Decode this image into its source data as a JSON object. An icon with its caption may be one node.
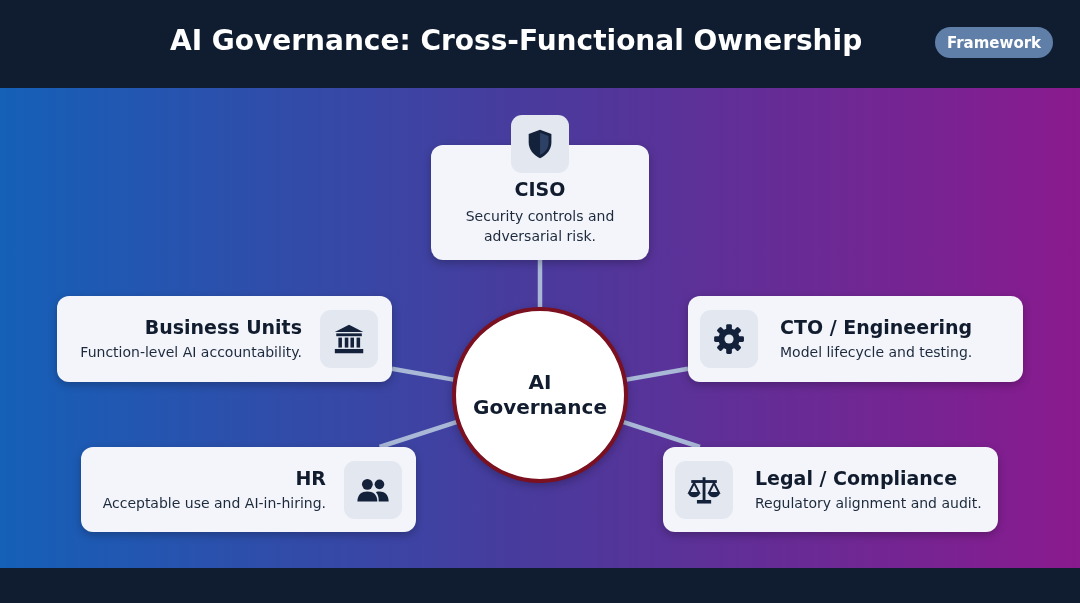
{
  "diagram": {
    "title": "AI Governance: Cross-Functional Ownership",
    "nodes": [
      {
        "text": [
          "CISO",
          "Security controls and adversarial risk."
        ]
      },
      {
        "text": [
          "Business Units",
          "Function-level AI accountability."
        ]
      },
      {
        "text": [
          "AI Governance"
        ]
      },
      {
        "text": [
          "CTO / Engineering",
          "Model lifecycle and testing."
        ]
      },
      {
        "text": [
          "HR",
          "Acceptable use and AI-in-hiring."
        ]
      },
      {
        "text": [
          "Legal / Compliance",
          "Regulatory alignment and audit."
        ]
      }
    ],
    "edges": [
      {
        "from": 2,
        "to": 0,
        "arrow": "none"
      },
      {
        "from": 2,
        "to": 1,
        "arrow": "none"
      },
      {
        "from": 2,
        "to": 3,
        "arrow": "none"
      },
      {
        "from": 2,
        "to": 4,
        "arrow": "none"
      },
      {
        "from": 2,
        "to": 5,
        "arrow": "none"
      }
    ],
    "labels": [
      "Framework"
    ]
  }
}
